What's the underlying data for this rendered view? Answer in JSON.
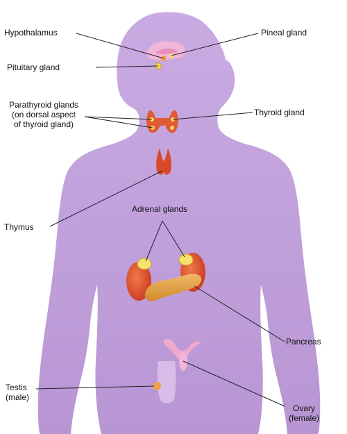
{
  "labels": {
    "hypothalamus": "Hypothalamus",
    "pineal_gland": "Pineal gland",
    "pituitary_gland": "Pituitary gland",
    "parathyroid": [
      "Parathyroid glands",
      "(on dorsal aspect",
      "of thyroid gland)"
    ],
    "thyroid_gland": "Thyroid gland",
    "thymus": "Thymus",
    "adrenal_glands": "Adrenal glands",
    "pancreas": "Pancreas",
    "testis": [
      "Testis",
      "(male)"
    ],
    "ovary": [
      "Ovary",
      "(female)"
    ]
  },
  "colors": {
    "body": "#c7a8e0",
    "body_shade": "#b995d6",
    "brain": "#f2b6d8",
    "gland_red": "#d9482b",
    "gland_orange": "#e8a13a",
    "gland_yellow": "#f3e36a",
    "pancreas": "#e3a047",
    "uterus": "#f0a8cf",
    "line": "#222222"
  }
}
